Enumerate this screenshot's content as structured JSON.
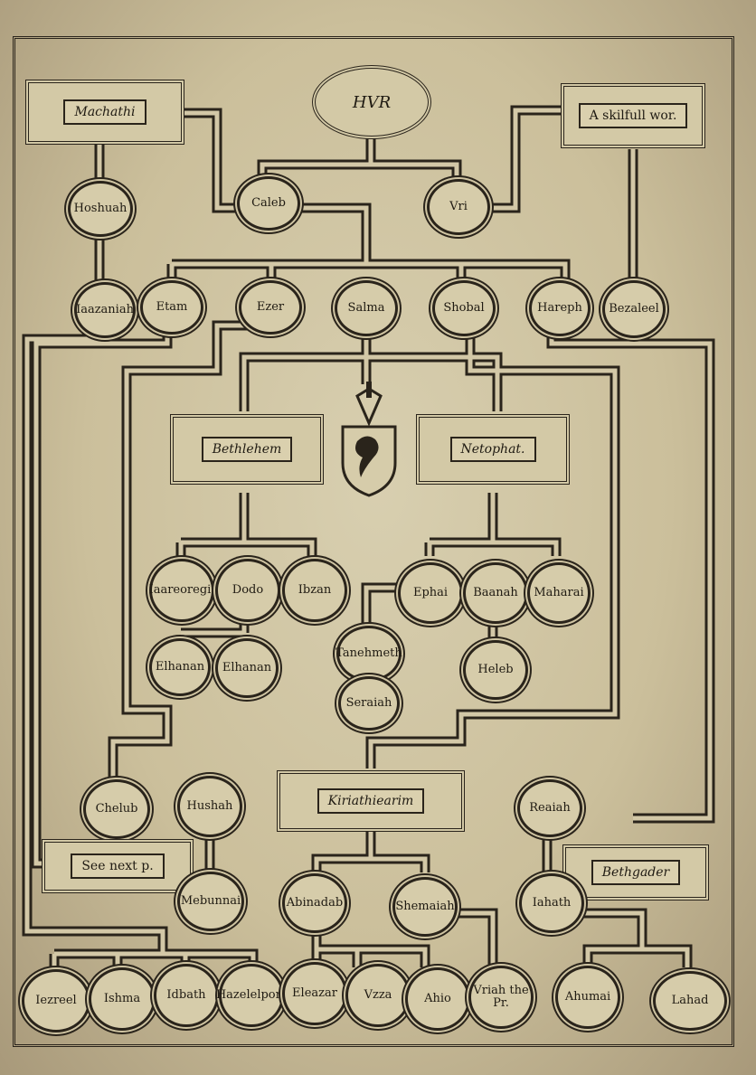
{
  "top": {
    "center": "HVR",
    "left": "Machathi",
    "right": "A skilfull wor."
  },
  "gen1": [
    "Caleb",
    "Vri",
    "Hoshuah"
  ],
  "gen2": [
    "Iaazaniah",
    "Etam",
    "Ezer",
    "Salma",
    "Shobal",
    "Hareph",
    "Bezaleel"
  ],
  "places": {
    "bethlehem": "Bethlehem",
    "netophat": "Netophat.",
    "kiriathiearim": "Kiriathiearim",
    "see_next": "See next p.",
    "bethgader": "Bethgader"
  },
  "bethlehem_children": [
    "Iaareoregi.",
    "Dodo",
    "Ibzan"
  ],
  "elhanan": [
    "Elhanan",
    "Elhanan"
  ],
  "netophat_children": [
    "Ephai",
    "Baanah",
    "Maharai"
  ],
  "tanehmeth": [
    "Tanehmeth",
    "Seraiah"
  ],
  "heleb": "Heleb",
  "lower_left": [
    "Chelub",
    "Hushah",
    "Mebunnai"
  ],
  "kiriath_children": [
    "Abinadab",
    "Shemaiah"
  ],
  "lower_right": [
    "Reaiah",
    "Iahath"
  ],
  "bottom_row": [
    "Iezreel",
    "Ishma",
    "Idbath",
    "Hazelelponi",
    "Eleazar",
    "Vzza",
    "Ahio",
    "Vriah the Pr.",
    "Ahumai",
    "Lahad"
  ]
}
